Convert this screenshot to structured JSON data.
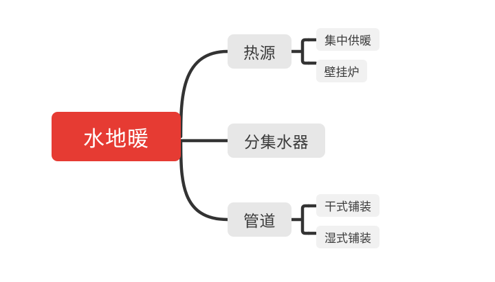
{
  "diagram": {
    "type": "mindmap",
    "orientation": "left-to-right",
    "background_color": "#ffffff",
    "colors": {
      "root_fill": "#e63b33",
      "root_text": "#ffffff",
      "branch_fill": "#e7e7e7",
      "leaf_fill": "#f1f1f1",
      "node_text": "#3b3b3b",
      "connector": "#333333"
    },
    "root": {
      "label": "水地暖"
    },
    "branches": [
      {
        "label": "热源",
        "children": [
          {
            "label": "集中供暖"
          },
          {
            "label": "壁挂炉"
          }
        ]
      },
      {
        "label": "分集水器",
        "children": []
      },
      {
        "label": "管道",
        "children": [
          {
            "label": "干式铺装"
          },
          {
            "label": "湿式铺装"
          }
        ]
      }
    ]
  }
}
